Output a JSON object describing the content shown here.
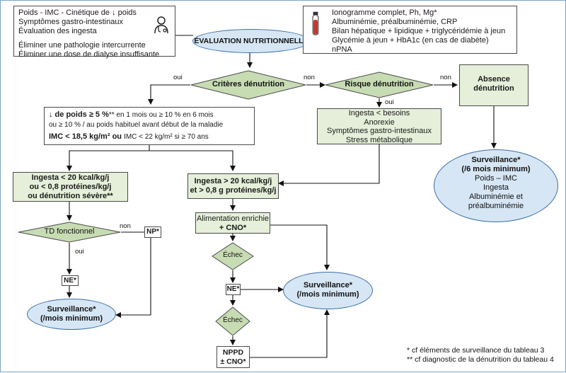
{
  "header": {
    "left_lines": [
      "Poids - IMC - Cinétique de ↓ poids",
      "Symptômes gastro-intestinaux",
      "Évaluation des ingesta",
      "Éliminer une pathologie intercurrente",
      "Éliminer une dose de dialyse insuffisante"
    ],
    "center": "ÉVALUATION NUTRITIONNELLE",
    "right_lines": [
      "Ionogramme complet, Ph, Mg*",
      "Albuminémie, préalbuminémie, CRP",
      "Bilan hépatique + lipidique + triglycéridémie à jeun",
      "Glycémie à jeun + HbA1c (en cas de diabète)",
      "nPNA"
    ]
  },
  "row1": {
    "criteres": "Critères dénutrition",
    "risque": "Risque dénutrition",
    "absence": [
      "Absence",
      "dénutrition"
    ],
    "oui": "oui",
    "non": "non"
  },
  "criteria_box": {
    "line1_bold": "↓ de poids ≥ 5 %",
    "line1_rest": "** en 1 mois ou ≥ 10 % en 6 mois",
    "line2": "ou ≥ 10 % / au poids habituel avant début de la maladie",
    "line3_bold": "IMC < 18,5 kg/m²",
    "line3_mid": " ou ",
    "line3_rest": "IMC < 22 kg/m² si ≥ 70 ans"
  },
  "risk_box": [
    "Ingesta < besoins",
    "Anorexie",
    "Symptômes gastro-intestinaux",
    "Stress métabolique"
  ],
  "surv_right": {
    "title": [
      "Surveillance*",
      "(/6 mois minimum)"
    ],
    "lines": [
      "Poids – IMC",
      "Ingesta",
      "Albuminémie et",
      "préalbuminémie"
    ]
  },
  "left_branch": {
    "ingesta": [
      "Ingesta < 20 kcal/kg/j",
      "ou < 0,8 protéines/kg/j",
      "ou dénutrition sévère**"
    ],
    "td": "TD fonctionnel",
    "np": "NP*",
    "ne": "NE*",
    "surv": [
      "Surveillance*",
      "(/mois minimum)"
    ]
  },
  "middle_branch": {
    "ingesta": [
      "Ingesta > 20 kcal/kg/j",
      "et > 0,8 g protéines/kg/j"
    ],
    "alim": [
      "Alimentation enrichie",
      "+ CNO*"
    ],
    "echec1": "Échec",
    "ne": "NE*",
    "echec2": "Échec",
    "nppd": [
      "NPPD",
      "± CNO*"
    ],
    "surv": [
      "Surveillance*",
      "(/mois minimum)"
    ]
  },
  "footnotes": [
    "*   cf éléments de surveillance du tableau 3",
    "**  cf diagnostic de la dénutrition du tableau 4"
  ],
  "colors": {
    "ellipse_fill": "#d6e6f4",
    "ellipse_stroke": "#3a6ea5",
    "green_fill": "#e5efd9",
    "diamond_fill": "#c8dcb4",
    "frame": "#7aa6c8",
    "accent_red": "#c0392b"
  },
  "icons": {
    "doctor": "stethoscope-doctor-icon",
    "tube": "blood-tube-icon"
  }
}
